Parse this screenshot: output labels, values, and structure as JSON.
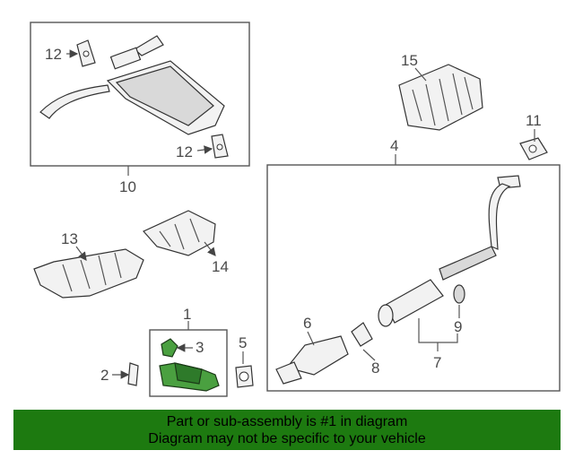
{
  "callouts": {
    "c1": "1",
    "c2": "2",
    "c3": "3",
    "c4": "4",
    "c5": "5",
    "c6": "6",
    "c7": "7",
    "c8": "8",
    "c9": "9",
    "c10": "10",
    "c11": "11",
    "c12a": "12",
    "c12b": "12",
    "c13": "13",
    "c14": "14",
    "c15": "15"
  },
  "highlight_color": "#4aa040",
  "banner": {
    "line1": "Part or sub-assembly is #1 in diagram",
    "line2": "Diagram may not be specific to your vehicle",
    "color": "#1d7a10"
  }
}
